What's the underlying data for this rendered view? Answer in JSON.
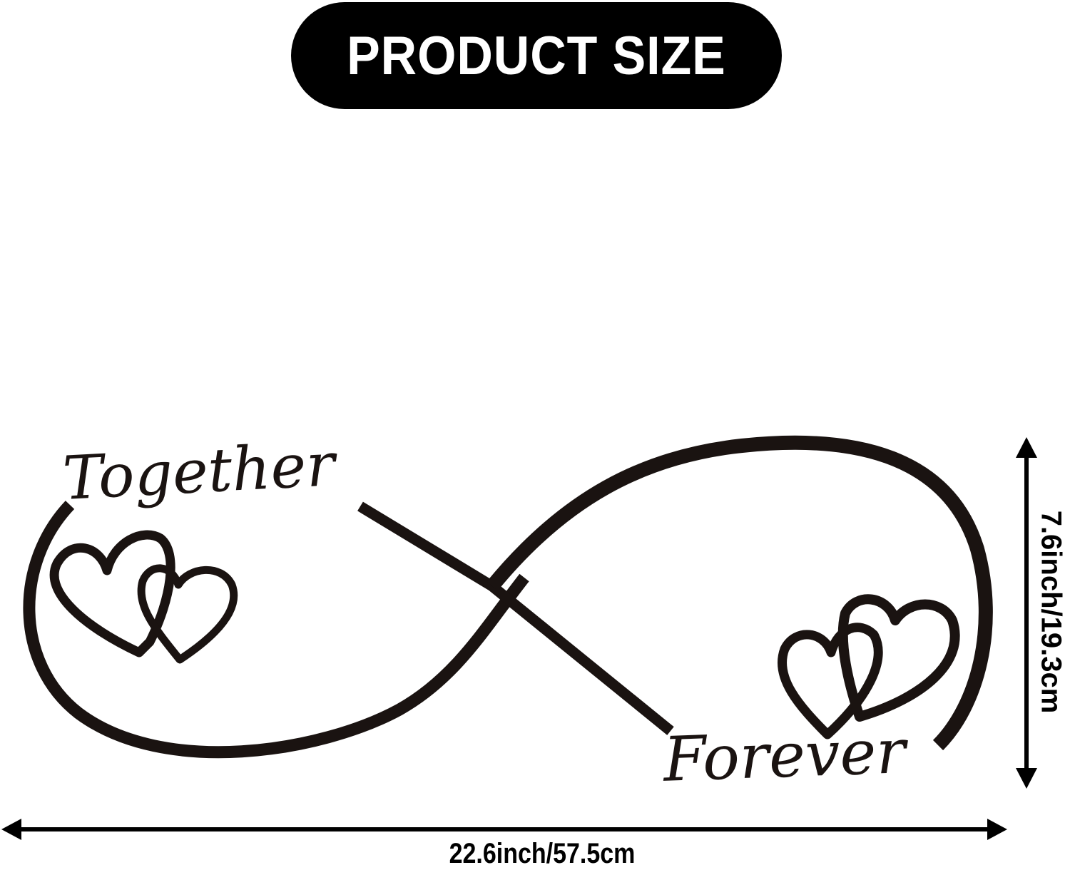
{
  "header": {
    "title": "PRODUCT SIZE"
  },
  "artwork": {
    "description": "infinity-symbol-with-double-hearts",
    "top_left_text": "Together",
    "bottom_right_text": "Forever",
    "ink_color": "#1a1311",
    "background_color": "#ffffff"
  },
  "dimensions": {
    "width_label": "22.6inch/57.5cm",
    "height_label": "7.6inch/19.3cm",
    "width_inch": 22.6,
    "width_cm": 57.5,
    "height_inch": 7.6,
    "height_cm": 19.3
  }
}
